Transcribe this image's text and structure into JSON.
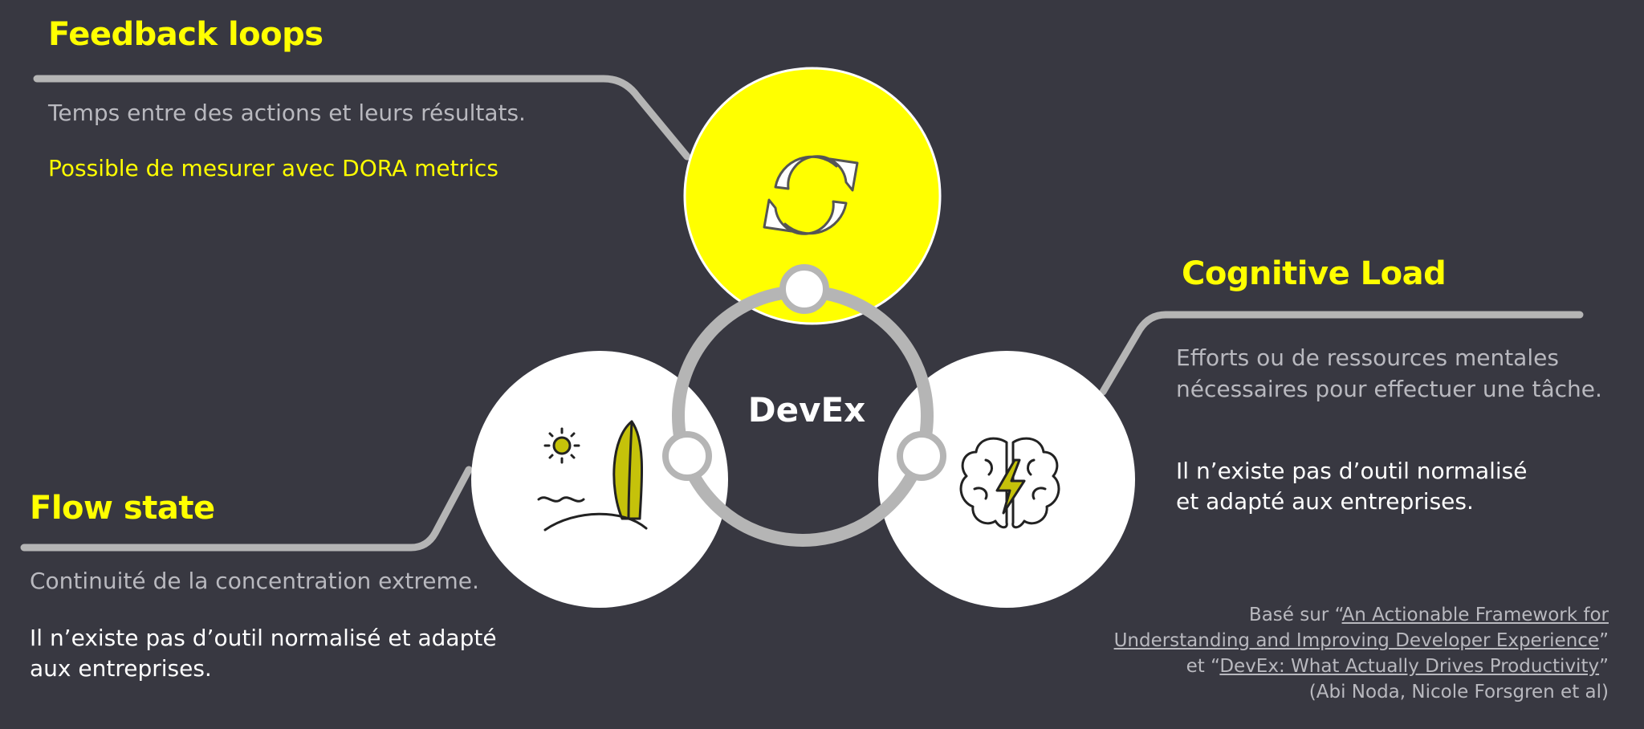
{
  "feedback": {
    "title": "Feedback loops",
    "description": "Temps entre des actions et leurs résultats.",
    "note": "Possible de mesurer avec DORA metrics",
    "icon": "refresh-arrows-icon"
  },
  "cognitive": {
    "title": "Cognitive Load",
    "description_line1": "Efforts ou de ressources mentales",
    "description_line2": "nécessaires pour effectuer une tâche.",
    "note_line1": "Il n’existe pas d’outil normalisé",
    "note_line2": "et adapté aux entreprises.",
    "icon": "brain-lightning-icon"
  },
  "flow": {
    "title": "Flow state",
    "description": "Continuité de la concentration extreme.",
    "note_line1": "Il n’existe pas d’outil normalisé et adapté",
    "note_line2": "aux entreprises.",
    "icon": "beach-surfboard-icon"
  },
  "center": {
    "label": "DevEx"
  },
  "source": {
    "prefix1": "Basé sur “",
    "link1_part1": "An Actionable Framework for",
    "link1_part2": "Understanding and Improving Developer Experience",
    "suffix1": "”",
    "prefix2": "et “",
    "link2": "DevEx: What Actually Drives Productivity",
    "suffix2": "”",
    "authors": "(Abi Noda, Nicole Forsgren et al)"
  },
  "colors": {
    "background": "#383841",
    "accent": "#ffff00",
    "circle": "#ffffff",
    "ring": "#b5b5b5",
    "muted_text": "#b9b9bf",
    "icon_fill": "#c5c20a"
  }
}
